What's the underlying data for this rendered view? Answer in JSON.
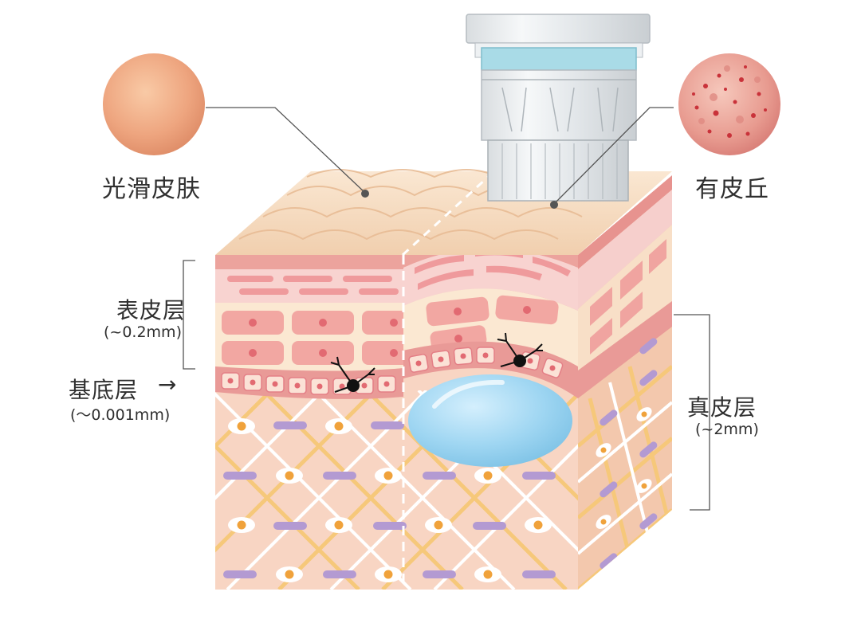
{
  "labels": {
    "smooth_skin": "光滑皮肤",
    "bumpy_skin": "有皮丘",
    "epidermis": "表皮层",
    "epidermis_depth": "(~0.2mm)",
    "basal_layer": "基底层",
    "basal_arrow": "→",
    "basal_depth": "(～0.001mm)",
    "dermis": "真皮层",
    "dermis_depth": "(~2mm)"
  },
  "colors": {
    "skin_top": "#f7d9b8",
    "stratum_corneum": "#eca39d",
    "stratum_light": "#f8d3d0",
    "epidermis_cells": "#fbe8d2",
    "cell": "#f2a7a2",
    "nucleus": "#e26a72",
    "basal": "#e99a97",
    "dermis": "#f8d5c3",
    "collagen_yellow": "#f6c87a",
    "fiber_white": "#ffffff",
    "lipid_purple": "#b39ad2",
    "fibroblast_orange": "#f0a23b",
    "blister": "#9fd6f2",
    "side_face": "#f3c8ad",
    "leader": "#555555"
  },
  "icons": {
    "device": "microneedle-device-icon",
    "smooth_sample": "smooth-skin-sample-icon",
    "bumpy_sample": "bumpy-skin-sample-icon",
    "nerve": "nerve-ending-icon"
  }
}
